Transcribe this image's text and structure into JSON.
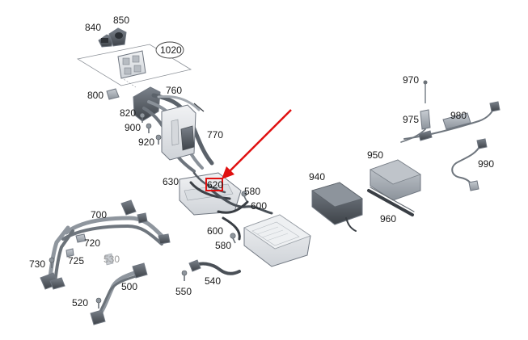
{
  "diagram": {
    "highlight_color": "#e01010",
    "highlighted_part": "620",
    "parts": {
      "p840": "840",
      "p850": "850",
      "p1020": "1020",
      "p800": "800",
      "p760": "760",
      "p820": "820",
      "p900": "900",
      "p920": "920",
      "p770": "770",
      "p630": "630",
      "p620": "620",
      "p580a": "580",
      "p600a": "600",
      "p600b": "600",
      "p580b": "580",
      "p700": "700",
      "p720": "720",
      "p725": "725",
      "p730": "730",
      "p530": "530",
      "p500": "500",
      "p520": "520",
      "p540": "540",
      "p550": "550",
      "p940": "940",
      "p950": "950",
      "p960": "960",
      "p970": "970",
      "p975": "975",
      "p980": "980",
      "p990": "990"
    }
  }
}
